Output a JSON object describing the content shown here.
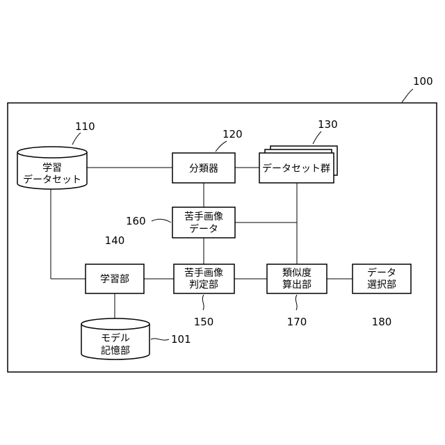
{
  "system_ref": "100",
  "blocks": {
    "learning_dataset": {
      "ref": "110",
      "lines": [
        "学習",
        "データセット"
      ]
    },
    "classifier": {
      "ref": "120",
      "lines": [
        "分類器"
      ]
    },
    "dataset_group": {
      "ref": "130",
      "lines": [
        "データセット群"
      ]
    },
    "weak_image_data": {
      "ref": "160",
      "lines": [
        "苦手画像",
        "データ"
      ]
    },
    "learning_unit": {
      "ref": "140",
      "lines": [
        "学習部"
      ]
    },
    "weak_image_judge": {
      "ref": "150",
      "lines": [
        "苦手画像",
        "判定部"
      ]
    },
    "similarity_calc": {
      "ref": "170",
      "lines": [
        "類似度",
        "算出部"
      ]
    },
    "data_select": {
      "ref": "180",
      "lines": [
        "データ",
        "選択部"
      ]
    },
    "model_storage": {
      "ref": "101",
      "lines": [
        "モデル",
        "記憶部"
      ]
    }
  }
}
